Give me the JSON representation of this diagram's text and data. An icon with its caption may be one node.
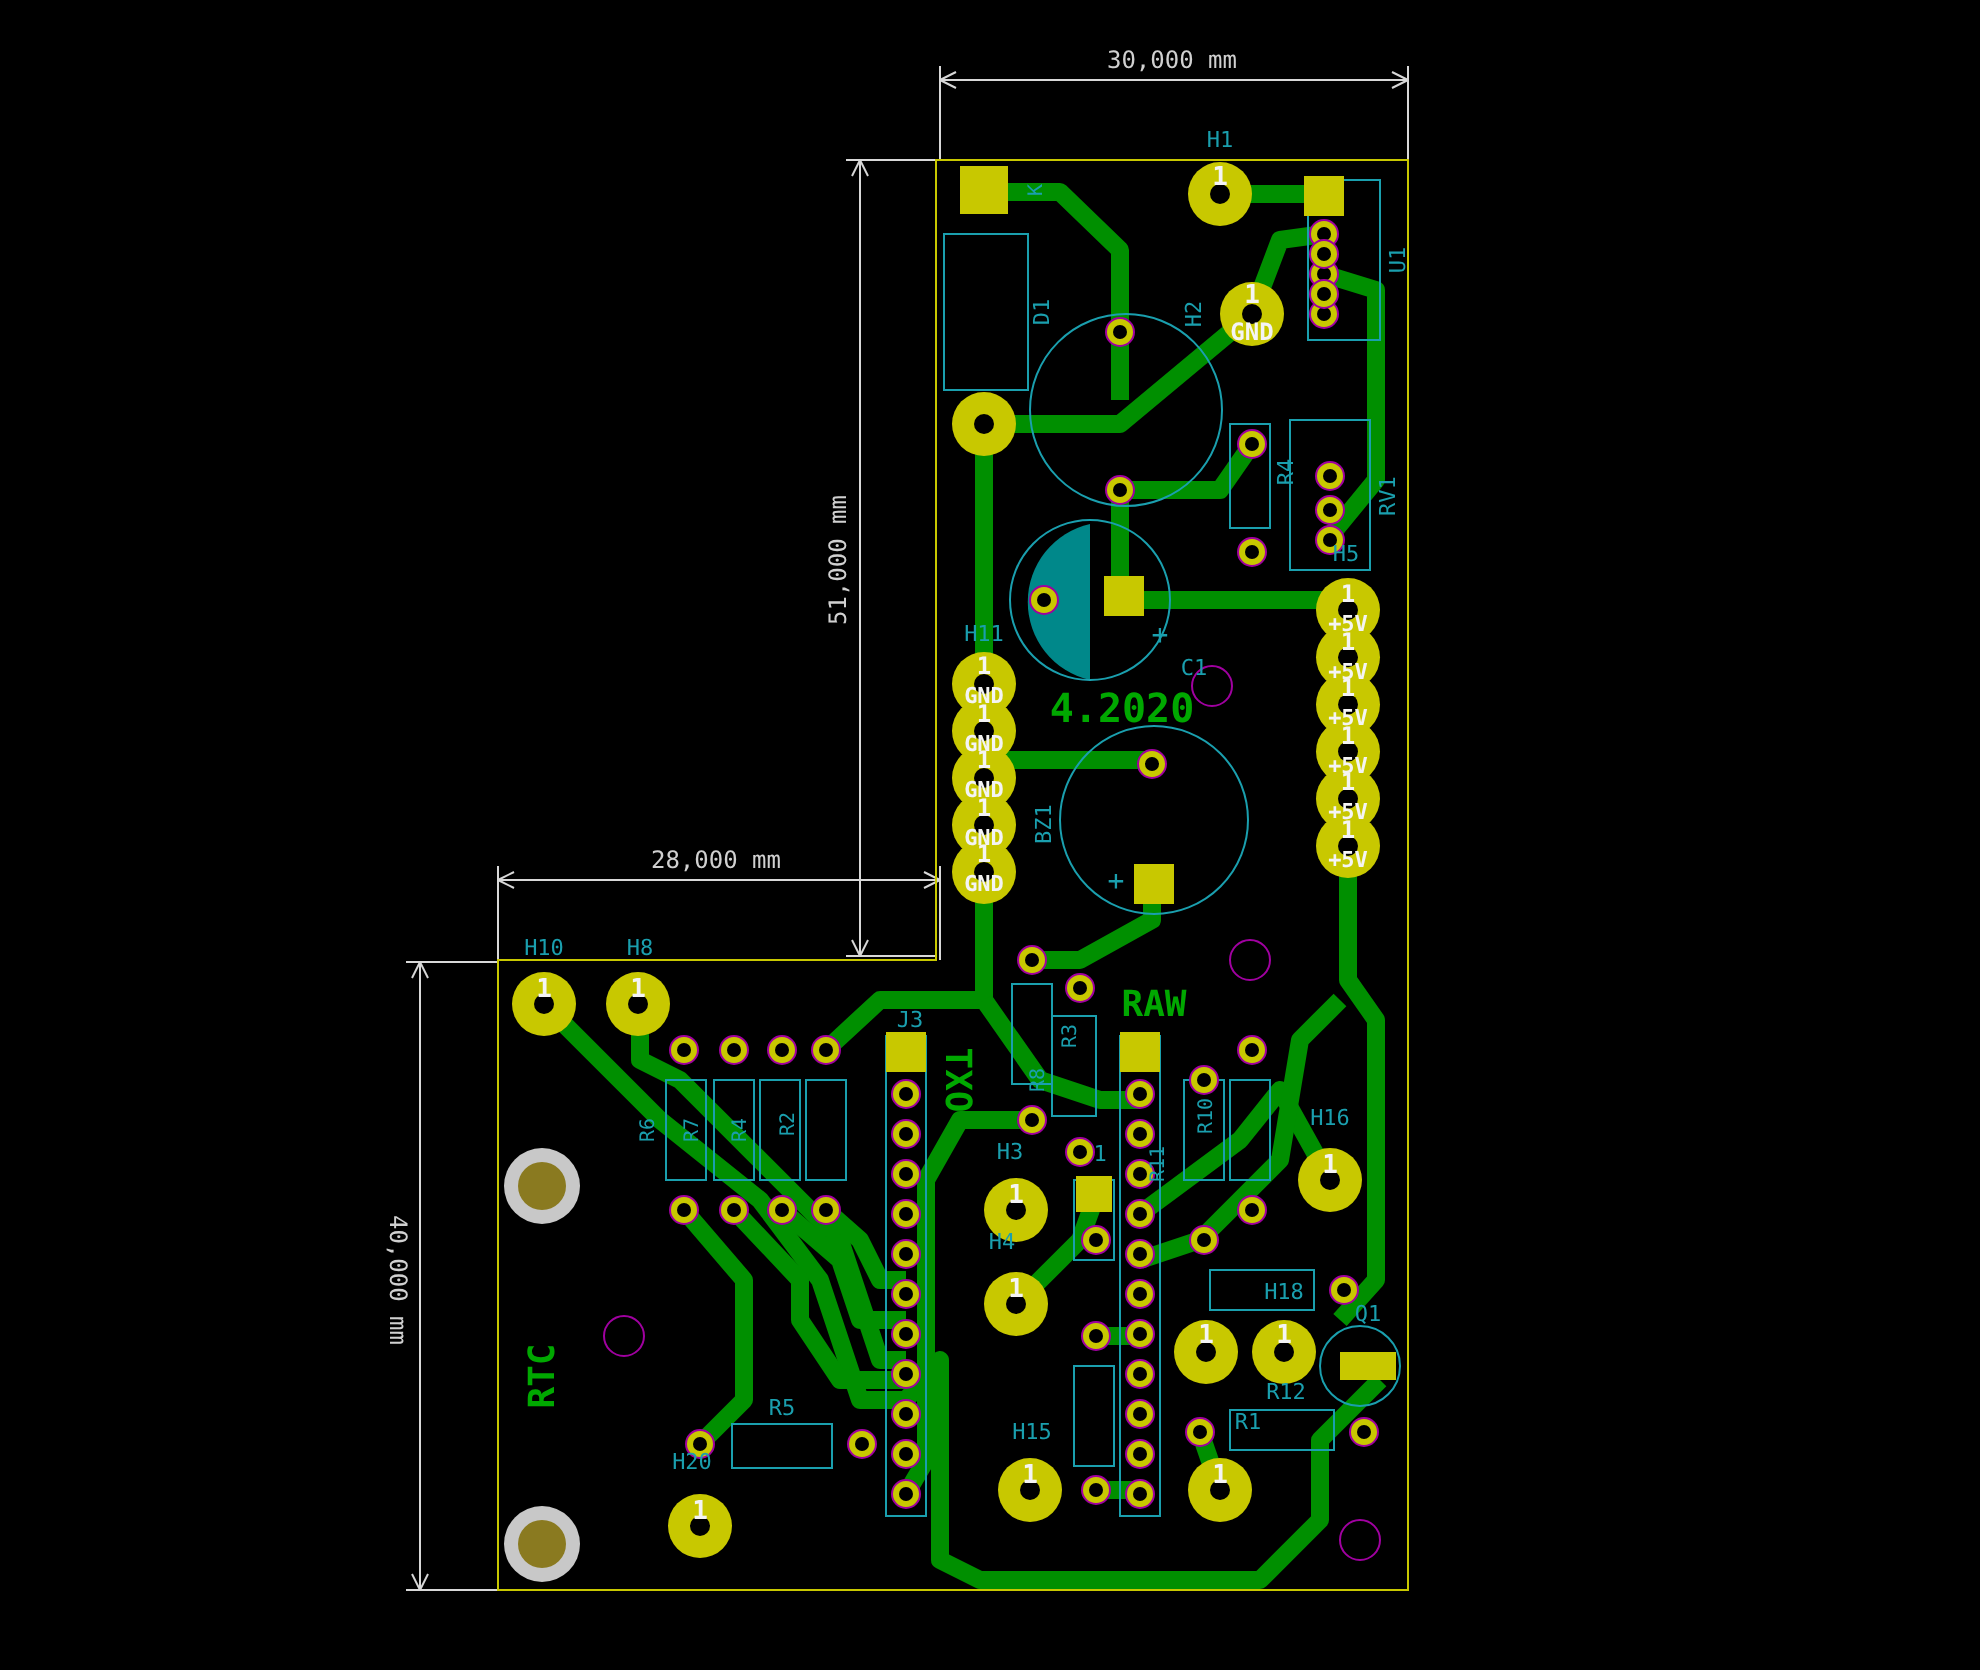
{
  "diagram": {
    "labels": [
      "30,000 mm",
      "51,000 mm",
      "28,000 mm",
      "40,000 mm",
      "H1",
      "1",
      "K",
      "D1",
      "H2",
      "1",
      "GND",
      "U1",
      "R4",
      "RV1",
      "H5",
      "1",
      "+5V",
      "1",
      "+5V",
      "1",
      "+5V",
      "1",
      "+5V",
      "1",
      "+5V",
      "1",
      "+5V",
      "H11",
      "1",
      "GND",
      "1",
      "GND",
      "1",
      "GND",
      "1",
      "GND",
      "1",
      "GND",
      "+",
      "C1",
      "4.2020",
      "BZ1",
      "+",
      "H10",
      "H8",
      "1",
      "1",
      "J3",
      "RAW",
      "TXO",
      "R8",
      "R3",
      "R6",
      "R7",
      "R4",
      "R2",
      "R11",
      "R10",
      "H16",
      "H3",
      "1",
      "1",
      "1",
      "H4",
      "1",
      "H18",
      "Q1",
      "1",
      "1",
      "RTC",
      "R12",
      "R5",
      "H15",
      "R1",
      "H20",
      "1",
      "1",
      "1"
    ]
  }
}
